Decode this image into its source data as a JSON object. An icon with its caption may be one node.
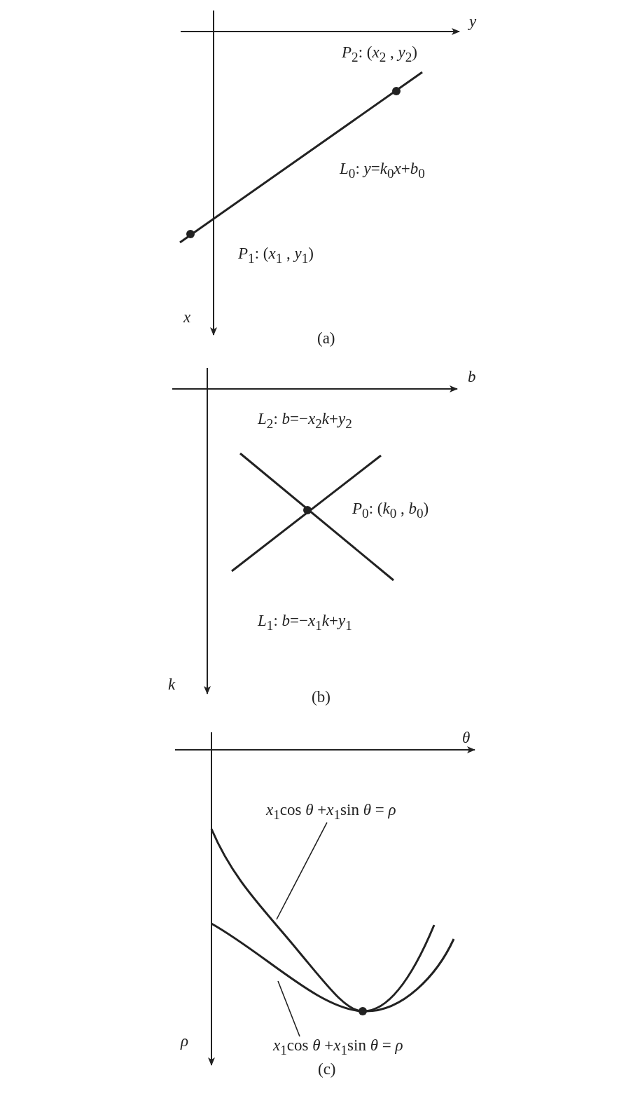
{
  "diagram": {
    "nodes": [
      {
        "text": [
          "*x*$_{1}$cos *θ* +*x*$_{1}$sin *θ* = *ρ*"
        ]
      },
      {
        "text": [],
        "shape": "curve"
      },
      {
        "text": [],
        "shape": "curve"
      },
      {
        "text": [
          "*x*$_{1}$cos *θ* +*x*$_{1}$sin *θ* = *ρ*"
        ]
      }
    ],
    "edges": [
      {
        "from": 0,
        "to": 1,
        "arrow": "none"
      },
      {
        "from": 3,
        "to": 2,
        "arrow": "none"
      }
    ],
    "labels": [
      "*y*",
      "*P*$_{2}$: (*x*$_{2}$ , *y*$_{2}$)",
      "*L*$_{0}$: *y*=*k*$_{0}$*x*+*b*$_{0}$",
      "*P*$_{1}$: (*x*$_{1}$ , *y*$_{1}$)",
      "*x*",
      "(a)",
      "*b*",
      "*L*$_{2}$: *b*=−*x*$_{2}$*k*+*y*$_{2}$",
      "*P*$_{0}$: (*k*$_{0}$ , *b*$_{0}$)",
      "*L*$_{1}$: *b*=−*x*$_{1}$*k*+*y*$_{1}$",
      "*k*",
      "(b)",
      "*θ*",
      "*ρ*",
      "(c)"
    ]
  }
}
